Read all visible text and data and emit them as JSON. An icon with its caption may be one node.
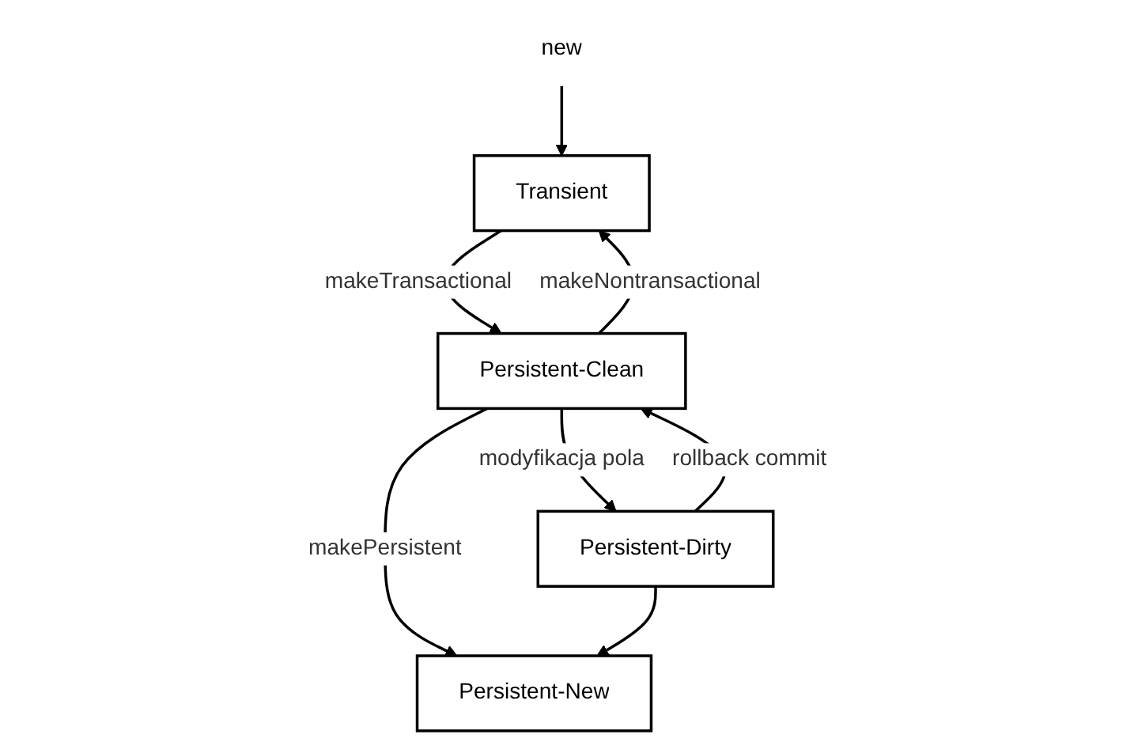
{
  "diagram": {
    "nodes": [
      {
        "text": [
          "new"
        ]
      },
      {
        "text": [
          "Transient"
        ]
      },
      {
        "text": [
          "Persistent-Clean"
        ]
      },
      {
        "text": [
          "Persistent-Dirty"
        ]
      },
      {
        "text": [
          "Persistent-New"
        ]
      }
    ],
    "edges": [
      {
        "from": 0,
        "to": 1,
        "arrow": "to"
      },
      {
        "from": 1,
        "to": 2,
        "arrow": "to",
        "label": "makeTransactional"
      },
      {
        "from": 2,
        "to": 1,
        "arrow": "to",
        "label": "makeNontransactional"
      },
      {
        "from": 2,
        "to": 4,
        "arrow": "to",
        "label": "makePersistent"
      },
      {
        "from": 3,
        "to": 4,
        "arrow": "to"
      },
      {
        "from": 2,
        "to": 3,
        "arrow": "to",
        "label": "modyfikacja pola"
      },
      {
        "from": 3,
        "to": 2,
        "arrow": "to",
        "label": "rollback commit"
      }
    ]
  }
}
